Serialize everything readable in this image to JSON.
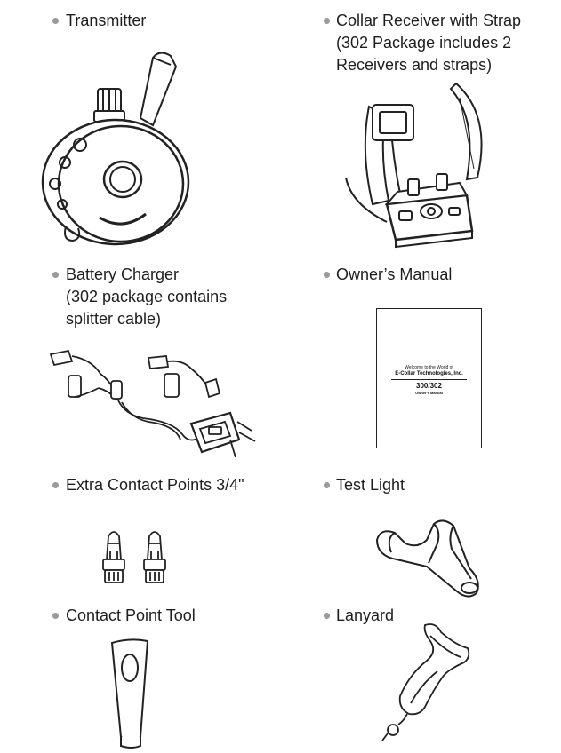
{
  "items": [
    {
      "label_lines": [
        "Transmitter"
      ],
      "image": "transmitter-illustration"
    },
    {
      "label_lines": [
        "Collar Receiver with Strap",
        "(302 Package includes 2",
        "Receivers and straps)"
      ],
      "image": "collar-receiver-illustration"
    },
    {
      "label_lines": [
        "Battery Charger",
        "(302 package contains",
        "splitter cable)"
      ],
      "image": "battery-charger-illustration"
    },
    {
      "label_lines": [
        "Owner’s Manual"
      ],
      "image": "owners-manual-illustration"
    },
    {
      "label_lines": [
        "Extra Contact Points 3/4\""
      ],
      "image": "contact-points-illustration"
    },
    {
      "label_lines": [
        "Test Light"
      ],
      "image": "test-light-illustration"
    },
    {
      "label_lines": [
        "Contact Point Tool"
      ],
      "image": "contact-point-tool-illustration"
    },
    {
      "label_lines": [
        "Lanyard"
      ],
      "image": "lanyard-illustration"
    }
  ],
  "manual_cover": {
    "line1": "Welcome to the World of",
    "line2": "E-Collar Technologies, Inc.",
    "line3": "300/302",
    "line4": "Owner’s Manual"
  },
  "colors": {
    "bullet": "#9a9a9a",
    "text": "#1e1e1e",
    "line_art": "#222222"
  }
}
